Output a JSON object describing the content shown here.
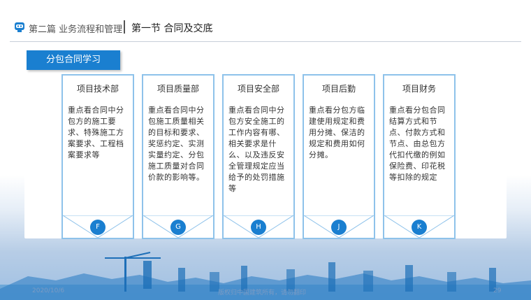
{
  "header": {
    "section_title": "第二篇 业务流程和管理",
    "chapter_title": "第一节 合同及交底"
  },
  "tag_label": "分包合同学习",
  "cards": [
    {
      "title": "项目技术部",
      "body": "重点看合同中分包方的施工要求、特殊施工方案要求、工程档案要求等",
      "badge": "F"
    },
    {
      "title": "项目质量部",
      "body": "重点看合同中分包施工质量相关的目标和要求、奖惩约定、实测实量约定、分包施工质量对合同价款的影响等。",
      "badge": "G"
    },
    {
      "title": "项目安全部",
      "body": "重点看合同中分包方安全施工的工作内容有哪、相关要求是什么、以及违反安全管理规定应当给予的处罚措施等",
      "badge": "H"
    },
    {
      "title": "项目后勤",
      "body": "重点看分包方临建使用规定和费用分摊、保洁的规定和费用如何分摊。",
      "badge": "J"
    },
    {
      "title": "项目财务",
      "body": "重点看分包合同结算方式和节点、付款方式和节点、由总包方代扣代缴的例如保险费、印花税等扣除的规定",
      "badge": "K"
    }
  ],
  "footer": {
    "left": "2020/10/6",
    "middle": "版权归中国建筑所有，请勿翻印",
    "right": "29"
  },
  "colors": {
    "accent": "#1a7fd0",
    "card_border": "#8ec2ea"
  }
}
